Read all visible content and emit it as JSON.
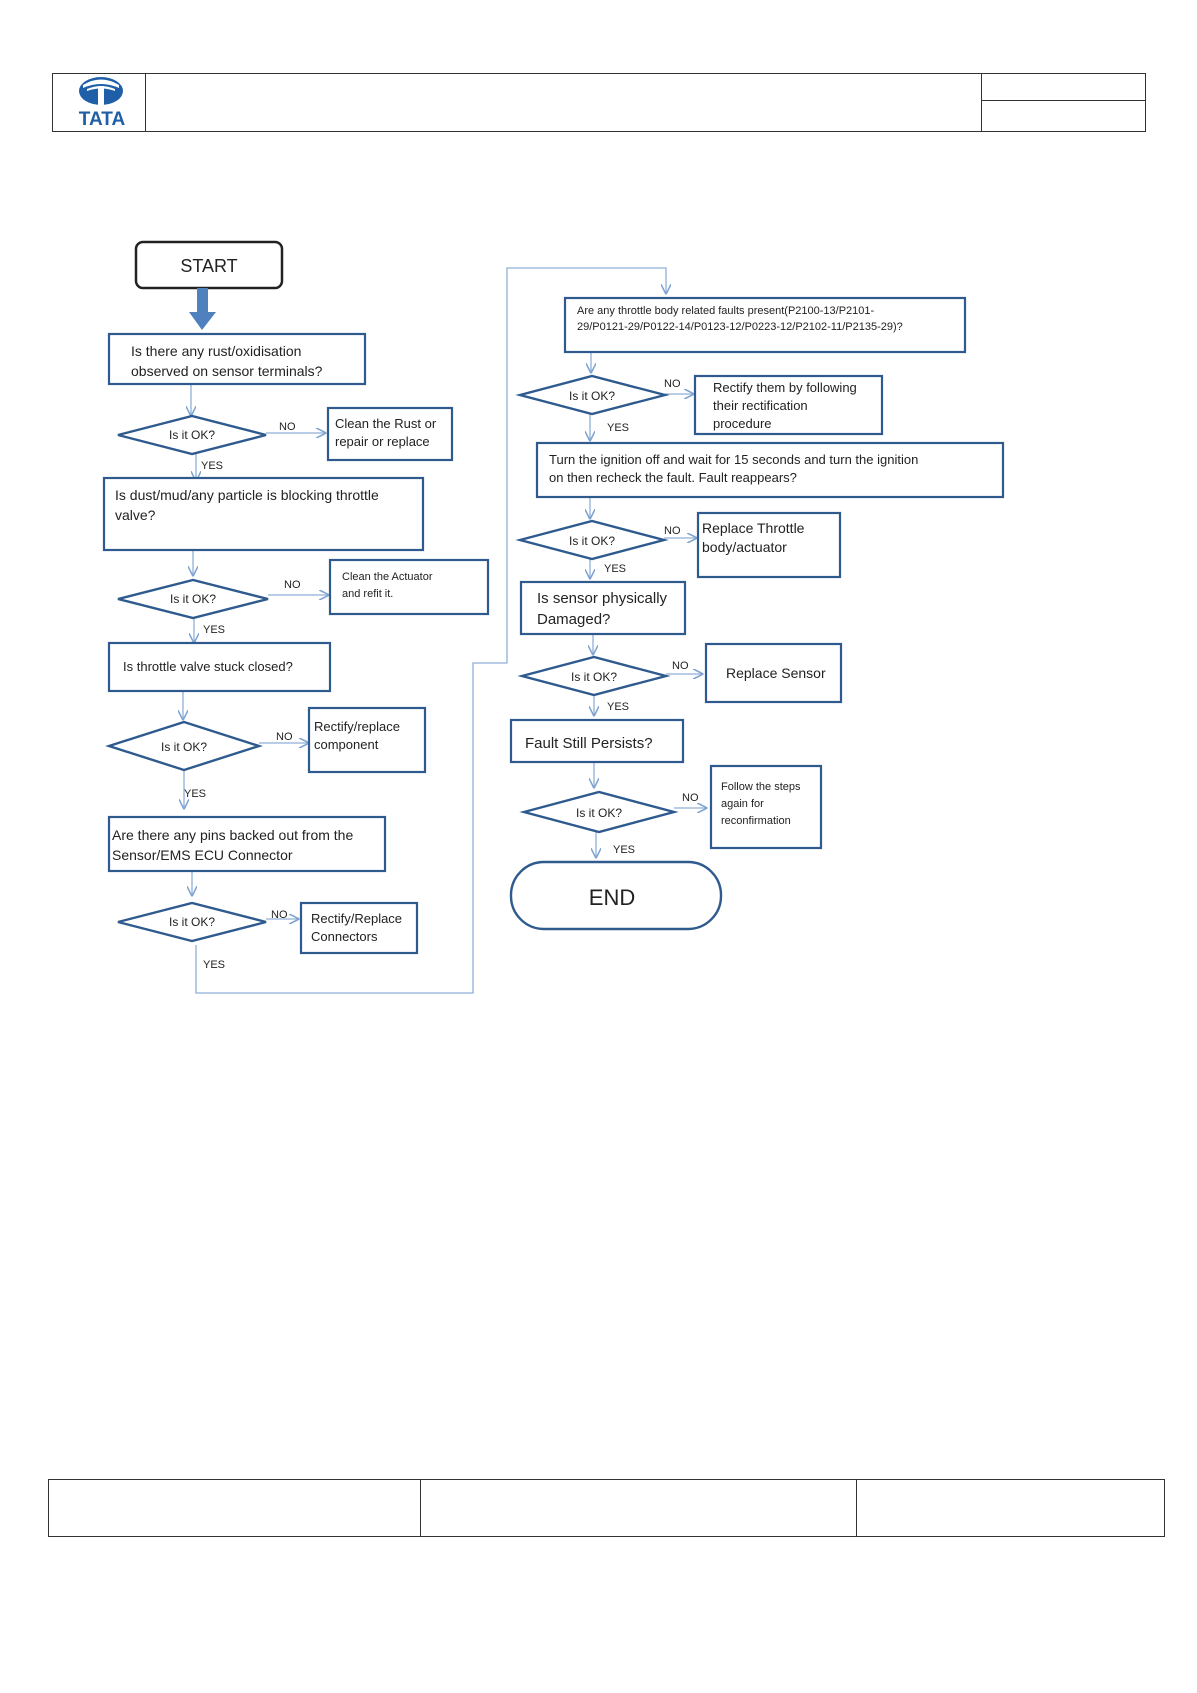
{
  "header": {
    "logo_text": "TATA"
  },
  "flowchart": {
    "start_label": "START",
    "end_label": "END",
    "decision_label": "Is it OK?",
    "yes_label": "YES",
    "no_label": "NO",
    "left_column": {
      "q1": [
        "Is there any rust/oxidisation",
        "observed on sensor terminals?"
      ],
      "a1": [
        "Clean the Rust or",
        "repair or replace"
      ],
      "q2": [
        "Is dust/mud/any particle is blocking throttle",
        "valve?"
      ],
      "a2": [
        "Clean the Actuator",
        "and refit it."
      ],
      "q3": [
        "Is throttle valve stuck closed?"
      ],
      "a3": [
        "Rectify/replace",
        "component"
      ],
      "q4": [
        "Are there any pins backed out from the",
        "Sensor/EMS ECU Connector"
      ],
      "a4": [
        "Rectify/Replace",
        "Connectors"
      ]
    },
    "right_column": {
      "q5": [
        "Are any throttle body related faults present(P2100-13/P2101-",
        "29/P0121-29/P0122-14/P0123-12/P0223-12/P2102-11/P2135-29)?"
      ],
      "a5": [
        "Rectify them by following",
        "their rectification",
        "procedure"
      ],
      "q6": [
        "Turn the ignition off and wait for 15 seconds and turn the ignition",
        "on then recheck the fault. Fault reappears?"
      ],
      "a6": [
        "Replace Throttle",
        "body/actuator"
      ],
      "q7": [
        "Is sensor physically",
        "Damaged?"
      ],
      "a7": [
        "Replace Sensor"
      ],
      "q8": [
        "Fault Still Persists?"
      ],
      "a8": [
        "Follow the steps",
        "again for",
        "reconfirmation"
      ]
    }
  }
}
